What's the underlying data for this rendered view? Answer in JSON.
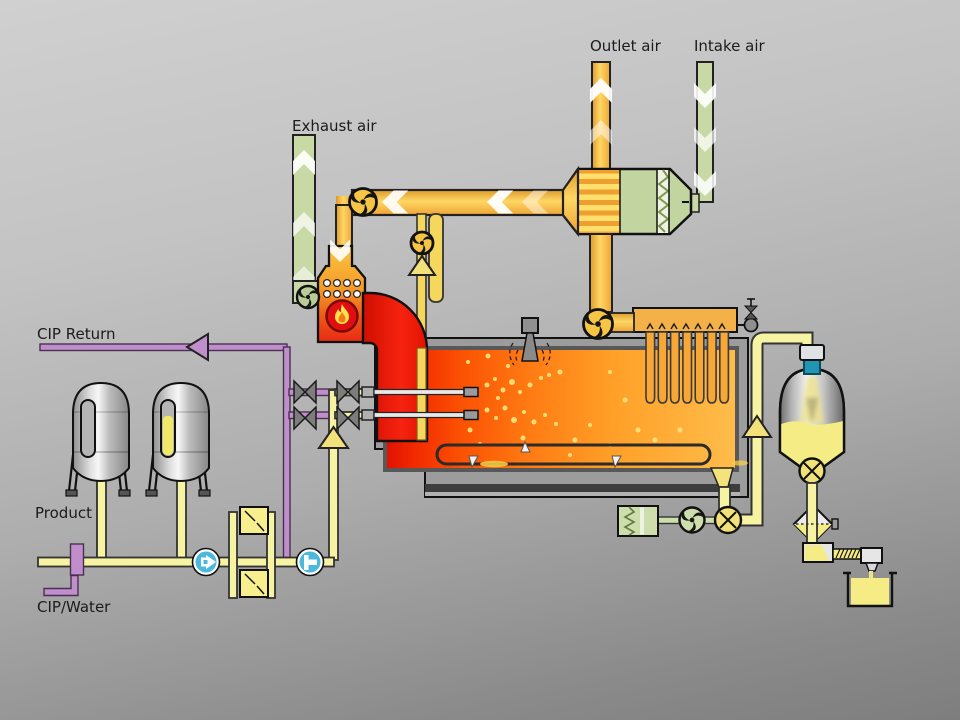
{
  "labels": {
    "outlet_air": "Outlet air",
    "intake_air": "Intake air",
    "exhaust_air": "Exhaust air",
    "cip_return": "CIP Return",
    "product": "Product",
    "cip_water": "CIP/Water"
  },
  "colors": {
    "pipe_yellow": "#f6f3a3",
    "pipe_outline": "#333333",
    "purple": "#c08fcb",
    "green_pipe": "#c9d9a6",
    "duct_amber": "#f3b64a",
    "chamber_red": "#e81500",
    "chamber_orange": "#ffb040",
    "flame_red": "#e01010",
    "cyan_pump": "#4cb9dc",
    "metal_gray": "#9c9c9c",
    "powder_yellow": "#f5ec86",
    "valve_gray": "#7d7d7d",
    "fan_yellow": "#f6c545"
  },
  "icons": {
    "fan-icon": "three-blade rotor in circle",
    "shutoff-valve-icon": "bowtie",
    "check-valve-icon": "triangle",
    "pump-icon": "circle with triangle/T",
    "rotary-valve-icon": "circle with X",
    "flame-icon": "flame in red circle",
    "vibrator-icon": "wedge with vibration arcs",
    "relief-valve-icon": "small bowtie on circle"
  }
}
